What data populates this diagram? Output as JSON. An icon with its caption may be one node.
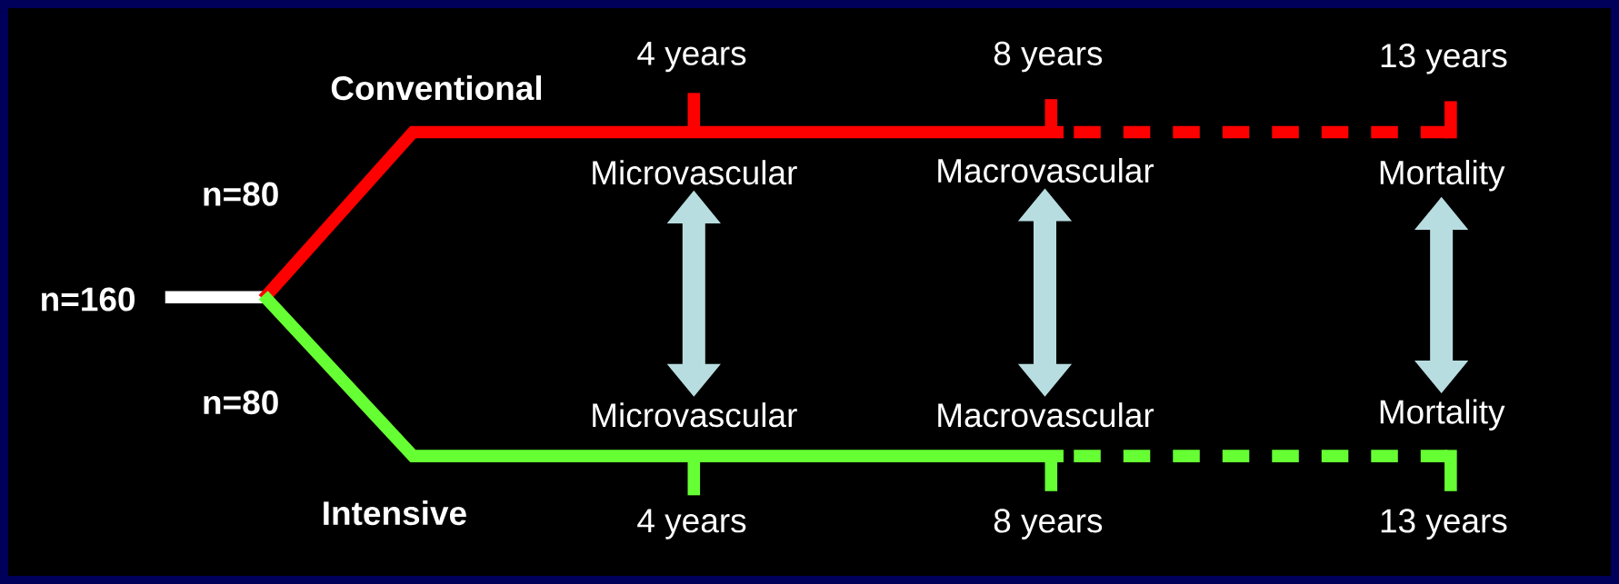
{
  "diagram": {
    "nodes": [
      {
        "text": [
          "Microvascular"
        ]
      },
      {
        "text": [
          "Macrovascular"
        ]
      },
      {
        "text": [
          "Mortality"
        ]
      },
      {
        "text": [
          "Microvascular"
        ]
      },
      {
        "text": [
          "Macrovascular"
        ]
      },
      {
        "text": [
          "Mortality"
        ]
      }
    ],
    "edges": [
      {
        "from": 0,
        "to": 3,
        "arrow": "both"
      },
      {
        "from": 1,
        "to": 4,
        "arrow": "both"
      },
      {
        "from": 2,
        "to": 5,
        "arrow": "both"
      }
    ],
    "labels": [
      "4 years",
      "8 years",
      "13 years",
      "Conventional",
      "n=80",
      "n=160",
      "n=80",
      "Intensive",
      "4 years",
      "8 years",
      "13 years"
    ]
  }
}
